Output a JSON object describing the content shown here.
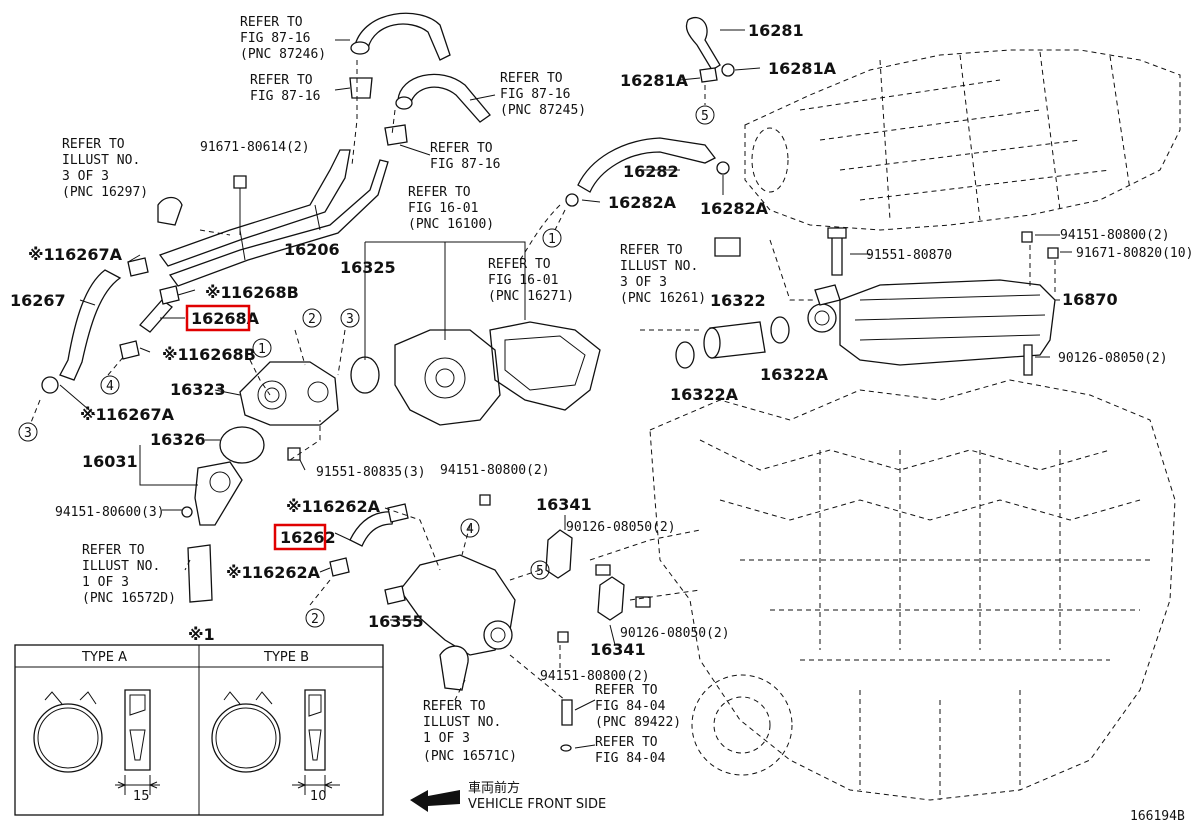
{
  "diagram": {
    "id_code": "166194B",
    "legend_mark": "※1",
    "direction": {
      "jp": "車両前方",
      "en": "VEHICLE FRONT SIDE"
    },
    "types": [
      {
        "label": "TYPE A",
        "dimension": "15"
      },
      {
        "label": "TYPE B",
        "dimension": "10"
      }
    ],
    "callout_circles": [
      "1",
      "2",
      "3",
      "4",
      "5"
    ],
    "highlighted_parts": [
      "16268A",
      "16262"
    ],
    "labels": {
      "p16281": "16281",
      "p16281A_left": "16281A",
      "p16281A_right": "16281A",
      "p16282": "16282",
      "p16282A_a": "16282A",
      "p16282A_b": "16282A",
      "p16206": "16206",
      "p16325": "16325",
      "p16267": "16267",
      "p16267A_top": "16267A",
      "p16267A_bottom": "16267A",
      "p16268B_top": "16268B",
      "p16268B_bottom": "16268B",
      "p16268A": "16268A",
      "p16323": "16323",
      "p16326": "16326",
      "p16031": "16031",
      "p16262A_top": "16262A",
      "p16262A_bottom": "16262A",
      "p16262": "16262",
      "p16355": "16355",
      "p16341_top": "16341",
      "p16341_bottom": "16341",
      "p16322": "16322",
      "p16322A_a": "16322A",
      "p16322A_b": "16322A",
      "p16870": "16870",
      "b91671_80614": "91671-80614(2)",
      "b91551_80835": "91551-80835(3)",
      "b94151_80600": "94151-80600(3)",
      "b94151_80800_a": "94151-80800(2)",
      "b94151_80800_b": "94151-80800(2)",
      "b94151_80800_c": "94151-80800(2)",
      "b90126_08050_a": "90126-08050(2)",
      "b90126_08050_b": "90126-08050(2)",
      "b90126_08050_c": "90126-08050(2)",
      "b91551_80870": "91551-80870",
      "b91671_80820": "91671-80820(10)"
    },
    "refs": {
      "r1": [
        "REFER TO",
        "FIG 87-16",
        "(PNC 87246)"
      ],
      "r2": [
        "REFER TO",
        "FIG 87-16"
      ],
      "r3": [
        "REFER TO",
        "FIG 87-16",
        "(PNC 87245)"
      ],
      "r4": [
        "REFER TO",
        "FIG 87-16"
      ],
      "r5": [
        "REFER TO",
        "ILLUST NO.",
        "3 OF 3",
        "(PNC 16297)"
      ],
      "r6": [
        "REFER TO",
        "FIG 16-01",
        "(PNC 16100)"
      ],
      "r7": [
        "REFER TO",
        "FIG 16-01",
        "(PNC 16271)"
      ],
      "r8": [
        "REFER TO",
        "ILLUST NO.",
        "3 OF 3",
        "(PNC 16261)"
      ],
      "r9": [
        "REFER TO",
        "ILLUST NO.",
        "1 OF 3",
        "(PNC 16572D)"
      ],
      "r10": [
        "REFER TO",
        "ILLUST NO.",
        "1 OF 3",
        "(PNC 16571C)"
      ],
      "r11": [
        "REFER TO",
        "FIG 84-04",
        "(PNC 89422)"
      ],
      "r12": [
        "REFER TO",
        "FIG 84-04"
      ]
    }
  }
}
